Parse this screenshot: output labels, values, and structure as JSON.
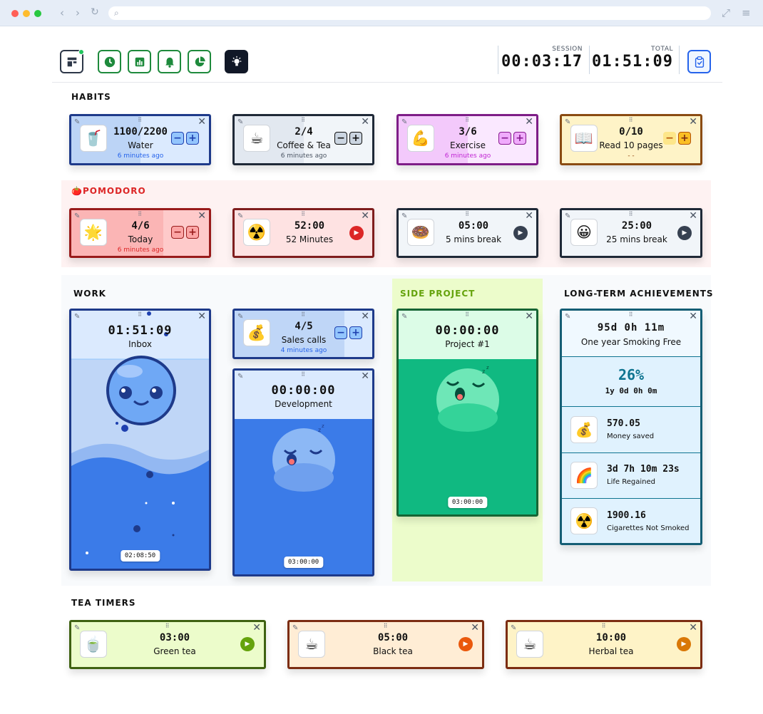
{
  "toolbar": {
    "session_label": "SESSION",
    "session_value": "00:03:17",
    "total_label": "TOTAL",
    "total_value": "01:51:09"
  },
  "habits": {
    "title": "HABITS",
    "items": [
      {
        "emoji": "🥤",
        "value": "1100/2200",
        "name": "Water",
        "ago": "6 minutes ago"
      },
      {
        "emoji": "☕",
        "value": "2/4",
        "name": "Coffee & Tea",
        "ago": "6 minutes ago"
      },
      {
        "emoji": "💪",
        "value": "3/6",
        "name": "Exercise",
        "ago": "6 minutes ago"
      },
      {
        "emoji": "📖",
        "value": "0/10",
        "name": "Read 10 pages",
        "ago": "- -"
      }
    ]
  },
  "pomodoro": {
    "title_emoji": "🍅",
    "title": "POMODORO",
    "items": [
      {
        "emoji": "🌟",
        "value": "4/6",
        "name": "Today",
        "ago": "6 minutes ago"
      },
      {
        "emoji": "☢️",
        "value": "52:00",
        "name": "52 Minutes"
      },
      {
        "emoji": "🍩",
        "value": "05:00",
        "name": "5 mins break"
      },
      {
        "emoji": "😀",
        "value": "25:00",
        "name": "25 mins break"
      }
    ]
  },
  "work": {
    "title": "WORK",
    "inbox": {
      "time": "01:51:09",
      "name": "Inbox",
      "remaining": "02:08:50"
    },
    "sales": {
      "emoji": "💰",
      "value": "4/5",
      "name": "Sales calls",
      "ago": "4 minutes ago"
    },
    "development": {
      "time": "00:00:00",
      "name": "Development",
      "remaining": "03:00:00"
    }
  },
  "side_project": {
    "title": "SIDE PROJECT",
    "project": {
      "time": "00:00:00",
      "name": "Project #1",
      "remaining": "03:00:00"
    }
  },
  "achievements": {
    "title": "LONG-TERM ACHIEVEMENTS",
    "header": {
      "value": "95d 0h 11m",
      "name": "One year Smoking Free"
    },
    "progress": {
      "percent": "26%",
      "remaining": "1y 0d 0h 0m"
    },
    "rows": [
      {
        "emoji": "💰",
        "value": "570.05",
        "label": "Money saved"
      },
      {
        "emoji": "🌈",
        "value": "3d 7h 10m 23s",
        "label": "Life Regained"
      },
      {
        "emoji": "☢️",
        "value": "1900.16",
        "label": "Cigarettes Not Smoked"
      }
    ]
  },
  "tea": {
    "title": "TEA TIMERS",
    "items": [
      {
        "emoji": "🍵",
        "value": "03:00",
        "name": "Green tea"
      },
      {
        "emoji": "☕",
        "value": "05:00",
        "name": "Black tea"
      },
      {
        "emoji": "☕",
        "value": "10:00",
        "name": "Herbal tea"
      }
    ]
  },
  "colors": {
    "water": "#1e3a8a",
    "coffee": "#1f2937",
    "exercise": "#7e1d87",
    "read": "#8a4b12",
    "pomodoro": "#991b1b",
    "work_blue": "#1e3a8a",
    "side_green": "#166534",
    "achievement": "#155e75"
  }
}
